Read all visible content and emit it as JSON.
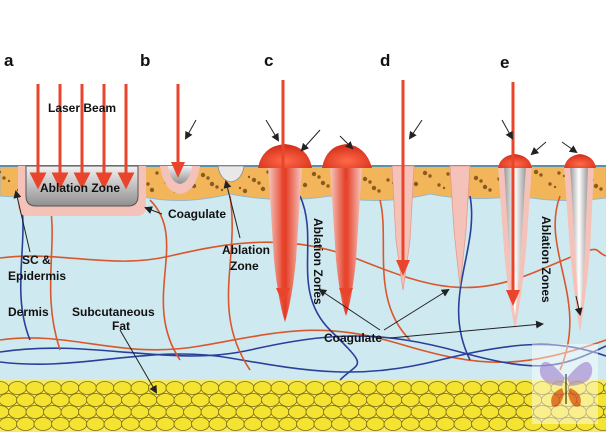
{
  "panels": {
    "a": "a",
    "b": "b",
    "c": "c",
    "d": "d",
    "e": "e"
  },
  "labels": {
    "laser_beam": "Laser Beam",
    "ablation_zone_a": "Ablation Zone",
    "coagulate_top": "Coagulate",
    "ablation_zone_b_line1": "Ablation",
    "ablation_zone_b_line2": "Zone",
    "sc_epidermis_line1": "SC &",
    "sc_epidermis_line2": "Epidermis",
    "dermis": "Dermis",
    "subcutaneous_line1": "Subcutaneous",
    "subcutaneous_line2": "Fat",
    "ablation_zones_c": "Ablation Zones",
    "ablation_zones_e": "Ablation Zones",
    "coagulate_bottom": "Coagulate"
  },
  "colors": {
    "laser": "#e8452c",
    "dermis": "#cfe9f0",
    "epidermis": "#f2b55a",
    "fat": "#f5e331",
    "coagulate": "#f4c2b8",
    "vessel_red": "#d9572a",
    "vessel_blue": "#2a3f9a"
  }
}
